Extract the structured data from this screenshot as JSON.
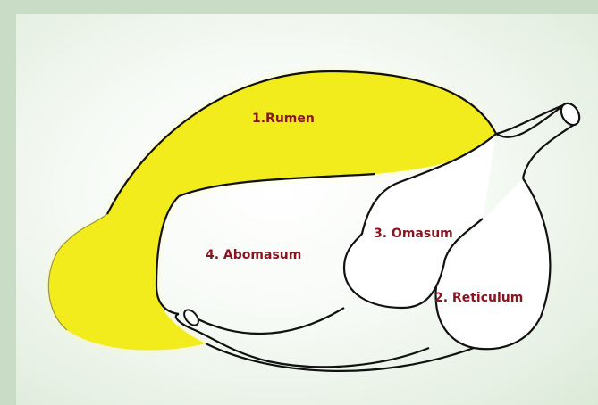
{
  "diagram": {
    "labels": {
      "rumen": "1.Rumen",
      "reticulum": "2. Reticulum",
      "omasum": "3. Omasum",
      "abomasum": "4. Abomasum"
    },
    "colors": {
      "rumen_fill": "#f2ec1c",
      "label_text": "#8a1420",
      "outline": "#111111",
      "background": "#c9ddc6"
    }
  }
}
